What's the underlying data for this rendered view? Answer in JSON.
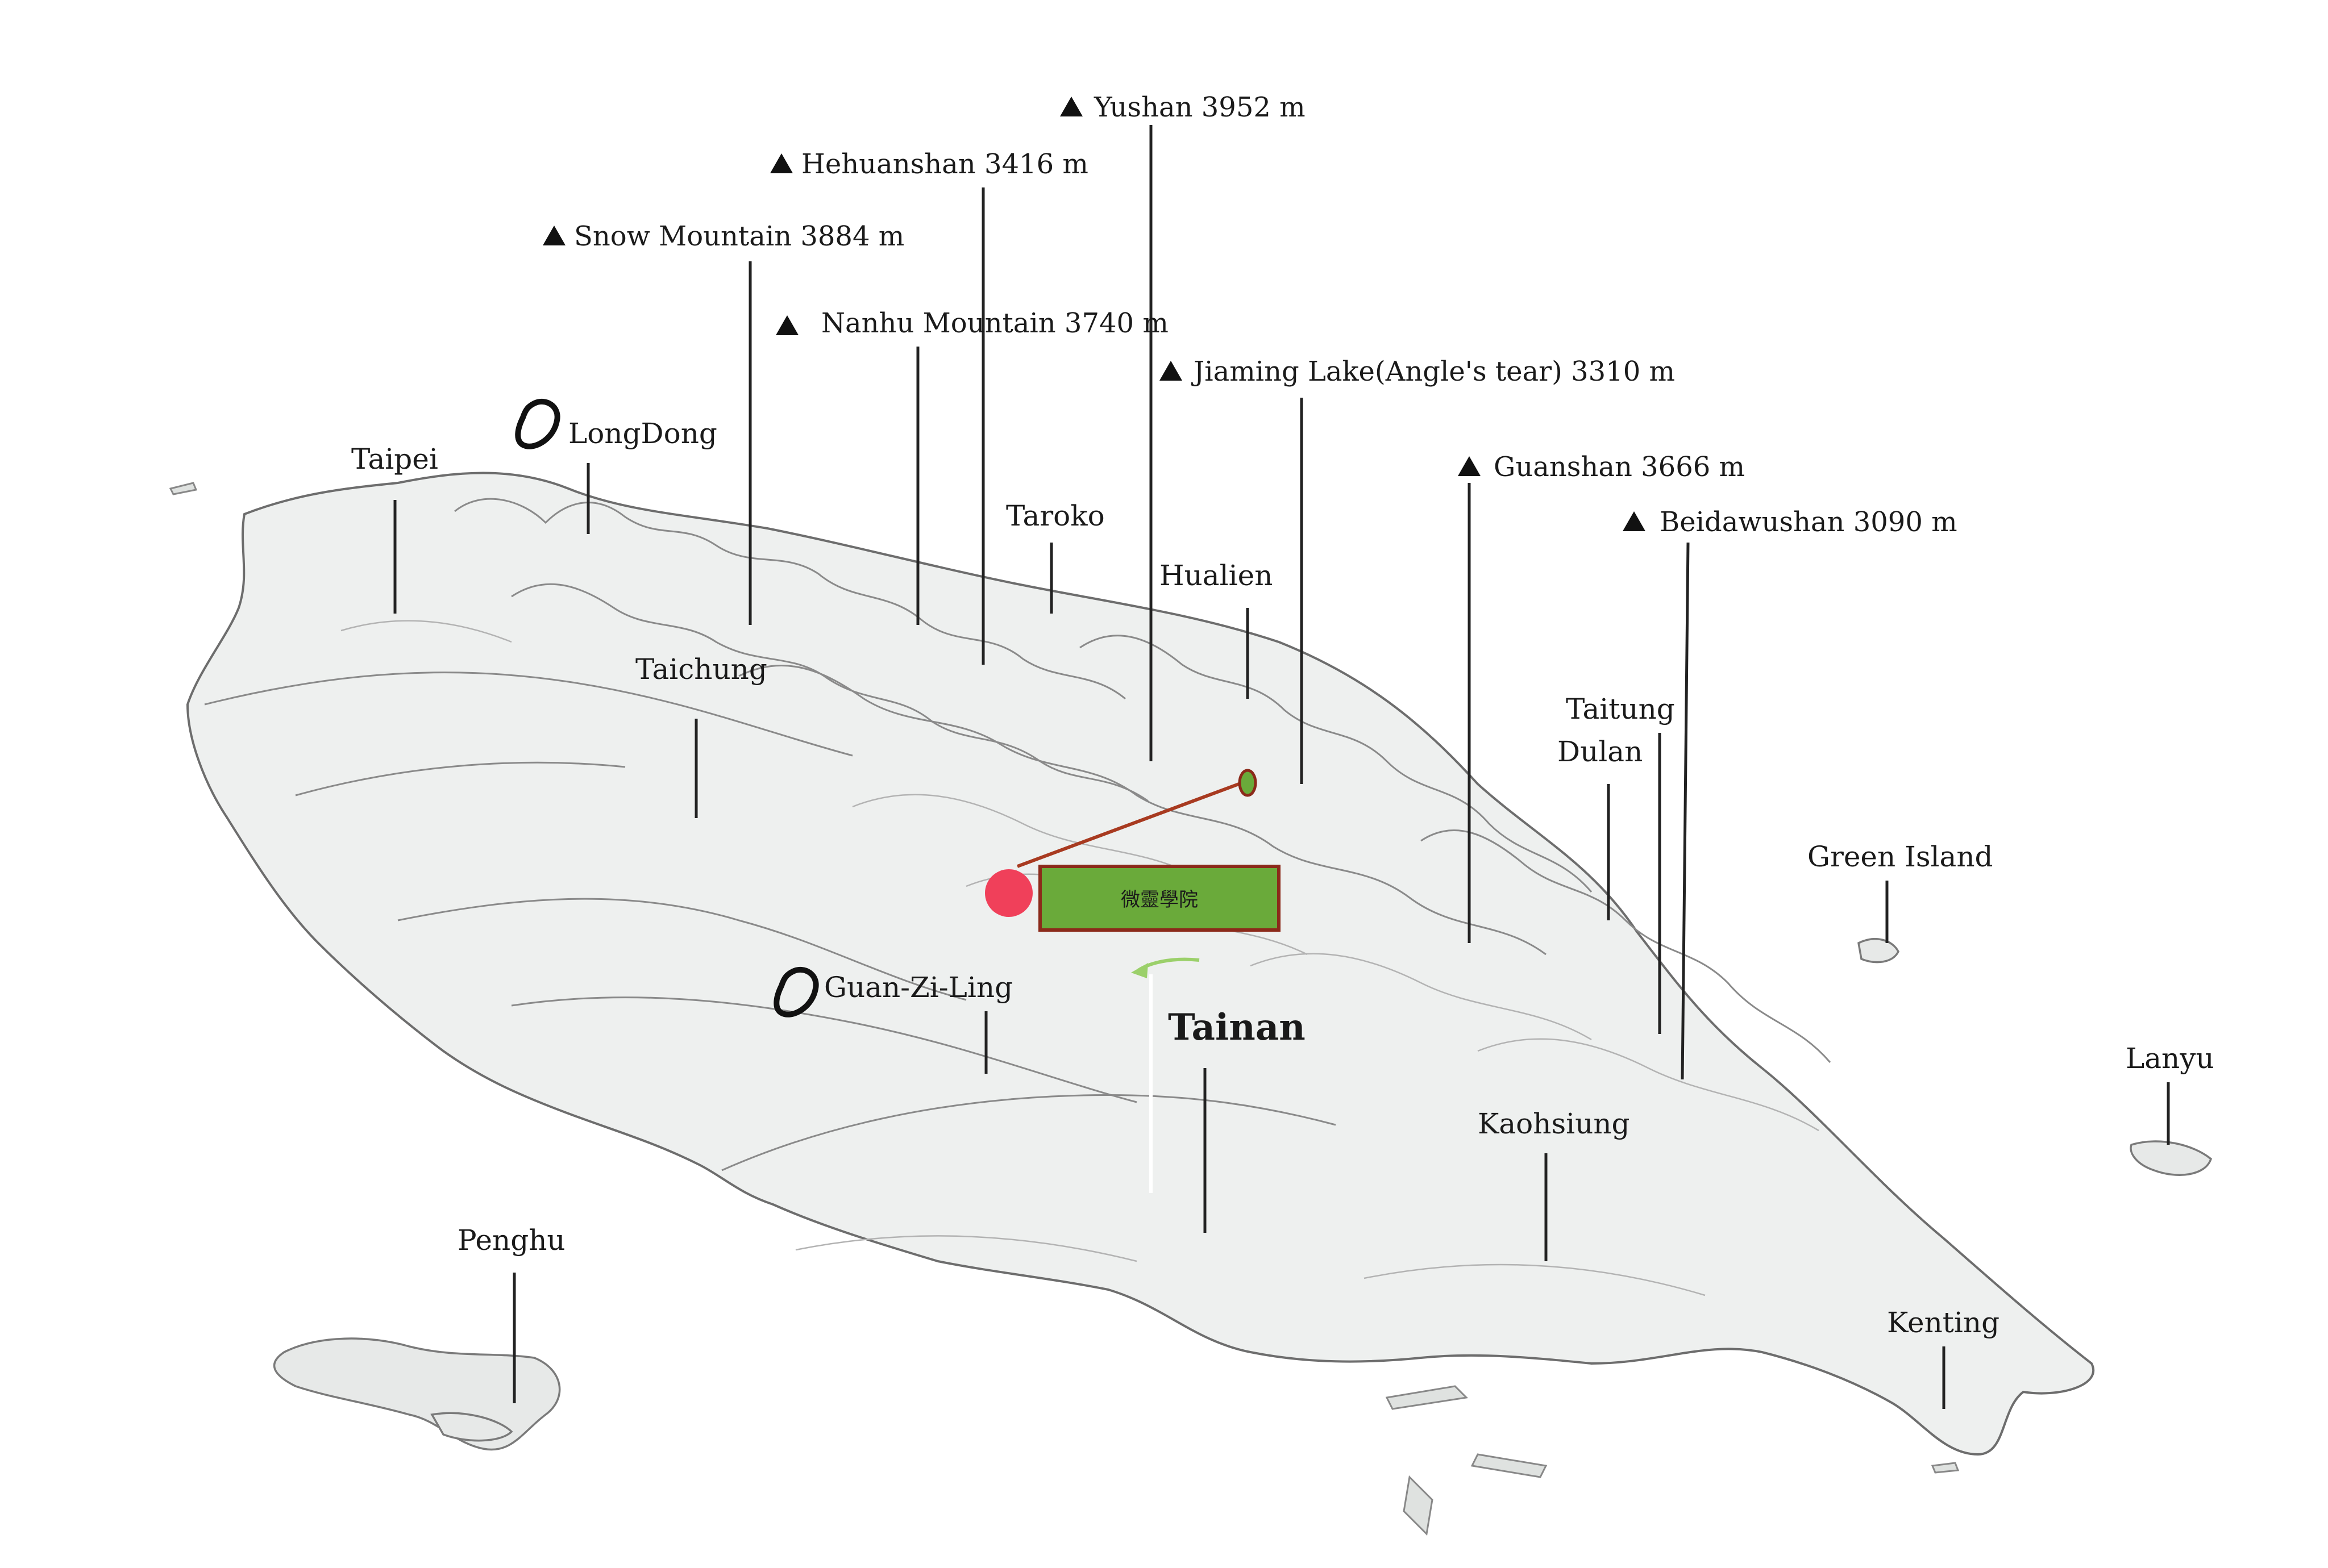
{
  "peaks": [
    {
      "id": "yushan",
      "label": "Yushan 3952 m"
    },
    {
      "id": "hehuanshan",
      "label": "Hehuanshan 3416 m"
    },
    {
      "id": "snow-mountain",
      "label": "Snow Mountain 3884 m"
    },
    {
      "id": "nanhu-mountain",
      "label": "Nanhu Mountain 3740 m"
    },
    {
      "id": "jiaming-lake",
      "label": "Jiaming Lake(Angle's tear) 3310 m"
    },
    {
      "id": "guanshan",
      "label": "Guanshan 3666 m"
    },
    {
      "id": "beidawushan",
      "label": "Beidawushan 3090 m"
    }
  ],
  "places": {
    "taipei": "Taipei",
    "longdong": "LongDong",
    "taroko": "Taroko",
    "hualien": "Hualien",
    "taichung": "Taichung",
    "taitung": "Taitung",
    "dulan": "Dulan",
    "green_island": "Green Island",
    "guan_zi_ling": "Guan-Zi-Ling",
    "tainan": "Tainan",
    "lanyu": "Lanyu",
    "kaohsiung": "Kaohsiung",
    "penghu": "Penghu",
    "kenting": "Kenting"
  },
  "marker": {
    "label": "微靈學院",
    "dot_color": "#f0405a",
    "box_fill": "#6aaa3a",
    "box_stroke": "#8b2a1a",
    "line_color": "#a83a20",
    "arrow_color": "#9bd06a"
  },
  "icons": {
    "peak_marker": "triangle-icon",
    "climbing_area": "rock-outline-icon"
  }
}
